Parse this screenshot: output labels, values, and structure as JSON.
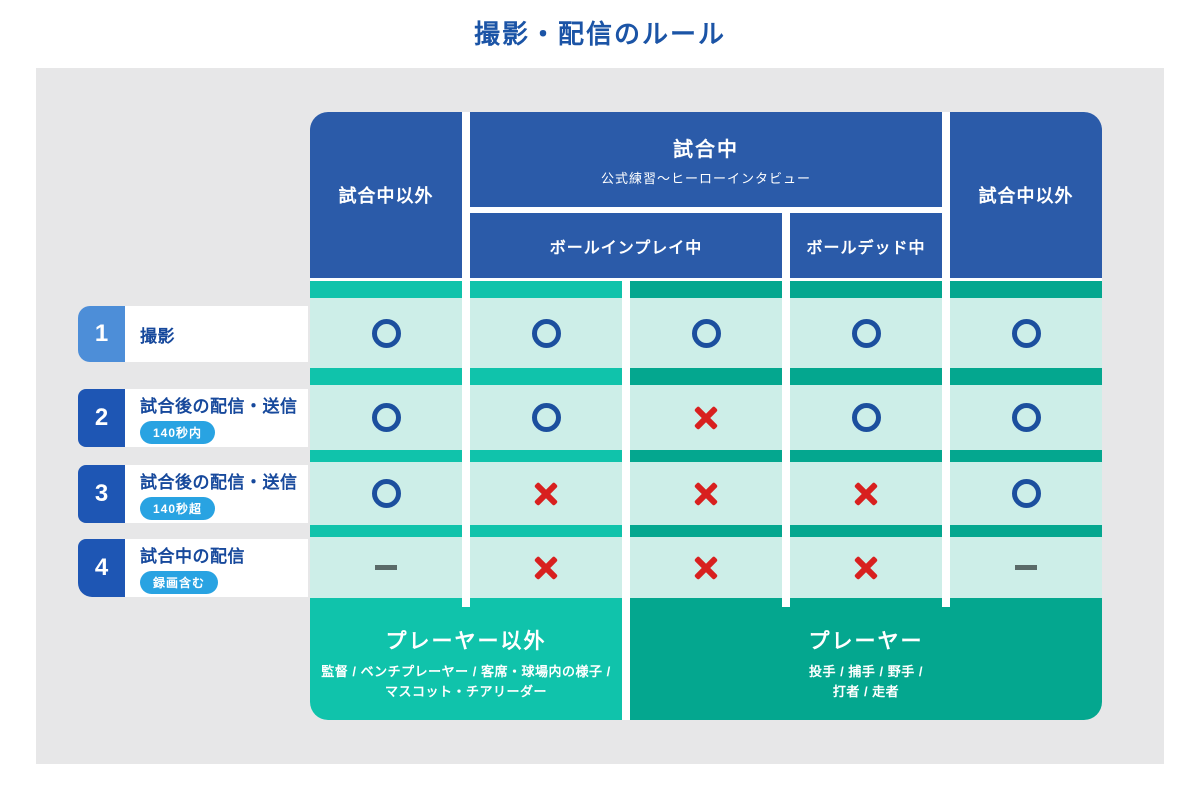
{
  "title": "撮影・配信のルール",
  "colors": {
    "header_blue": "#2b5ba9",
    "title_blue": "#1b54a6",
    "label_blue": "#17499c",
    "tile_blue_light": "#4d8ed8",
    "tile_blue_dark": "#1e56b4",
    "badge_blue": "#29a3e2",
    "mint": "#cdeee8",
    "teal_bright": "#10c3ab",
    "teal_dark": "#04a78f",
    "circle_blue": "#1c4f9e",
    "cross_red": "#d8201f",
    "dash_gray": "#5a6a68",
    "panel_gray": "#e7e7e8"
  },
  "table": {
    "header": {
      "left": "試合中以外",
      "right": "試合中以外",
      "in_game": {
        "title": "試合中",
        "subtitle": "公式練習〜ヒーローインタビュー"
      },
      "sub_columns": [
        "ボールインプレイ中",
        "ボールデッド中"
      ]
    },
    "rows": [
      {
        "number": "1",
        "label": "撮影",
        "badge": "",
        "cells": [
          "circle",
          "circle",
          "circle",
          "circle",
          "circle"
        ]
      },
      {
        "number": "2",
        "label": "試合後の配信・送信",
        "badge": "140秒内",
        "cells": [
          "circle",
          "circle",
          "cross",
          "circle",
          "circle"
        ]
      },
      {
        "number": "3",
        "label": "試合後の配信・送信",
        "badge": "140秒超",
        "cells": [
          "circle",
          "cross",
          "cross",
          "cross",
          "circle"
        ]
      },
      {
        "number": "4",
        "label": "試合中の配信",
        "badge": "録画含む",
        "cells": [
          "dash",
          "cross",
          "cross",
          "cross",
          "dash"
        ]
      }
    ],
    "symbol_glyphs": {
      "circle": "○",
      "cross": "×",
      "dash": "—"
    },
    "column_groups": [
      {
        "columns": [
          0,
          1
        ],
        "footer": {
          "title": "プレーヤー以外",
          "subtitle_lines": [
            "監督 / ベンチプレーヤー / 客席・球場内の様子 /",
            "マスコット・チアリーダー"
          ]
        }
      },
      {
        "columns": [
          2,
          3,
          4
        ],
        "footer": {
          "title": "プレーヤー",
          "subtitle_lines": [
            "投手 / 捕手 / 野手 /",
            "打者 / 走者"
          ]
        }
      }
    ]
  }
}
